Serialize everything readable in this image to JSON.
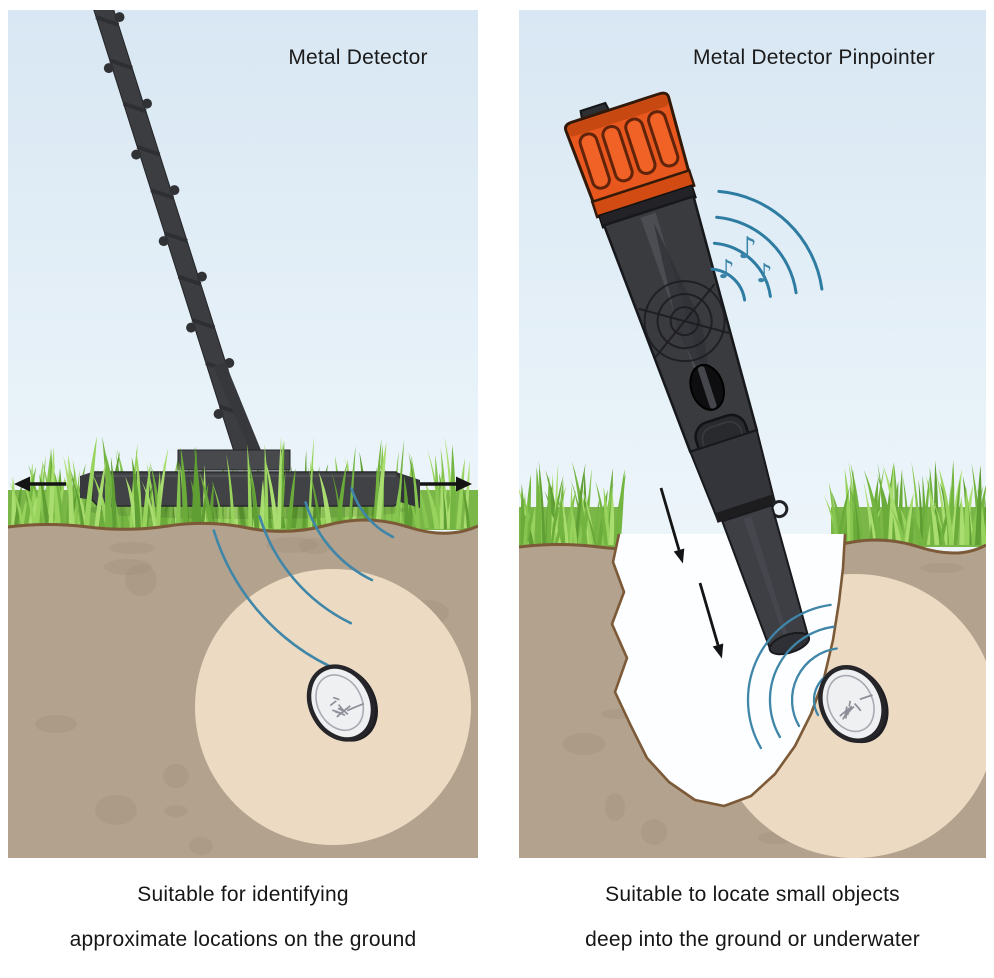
{
  "left_panel": {
    "title": "Metal Detector",
    "caption": [
      "Suitable for identifying",
      "approximate locations on the ground"
    ]
  },
  "right_panel": {
    "title": "Metal Detector Pinpointer",
    "caption": [
      "Suitable to locate small objects",
      "deep into the ground or underwater"
    ]
  },
  "colors": {
    "sky_top": "#d8e7f3",
    "sky_bottom": "#eef6fb",
    "grass_base": "#7ab648",
    "soil": "#b3a28e",
    "soil_edge": "#7c5a38",
    "halo": "#ecdbc2",
    "device_body": "#3a3b3f",
    "device_outline": "#17181b",
    "cap_orange": "#e8571e",
    "cap_shadow": "#c2450f",
    "signal_blue": "#3f86a8",
    "arrow_black": "#141414",
    "hole_white": "#fdfeff",
    "coin_face": "#eef0f2",
    "text": "#1a1a1a"
  }
}
